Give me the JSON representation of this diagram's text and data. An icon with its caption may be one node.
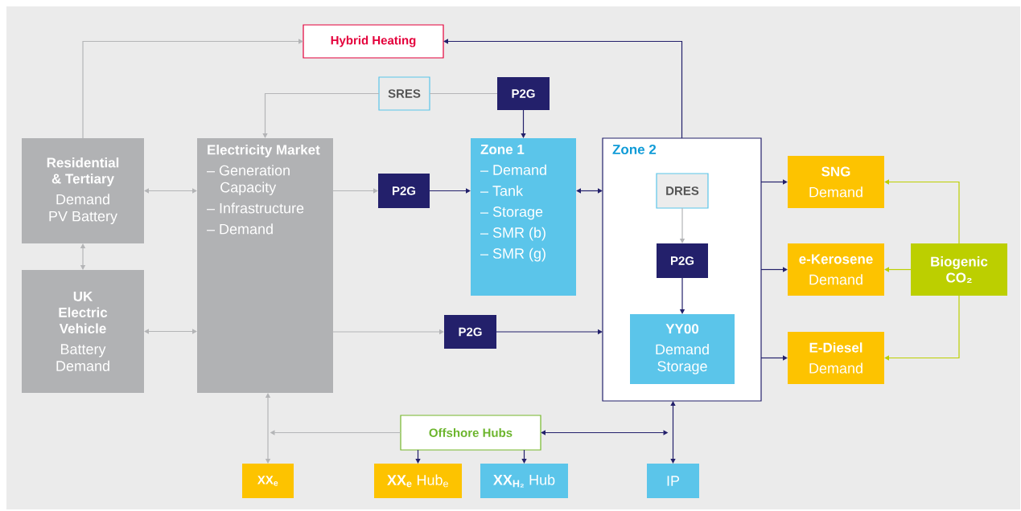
{
  "diagram": {
    "nodes": [
      {
        "text": [
          "Hybrid Heating"
        ]
      },
      {
        "text": [
          "SRES"
        ]
      },
      {
        "text": [
          "P2G"
        ]
      },
      {
        "text": [
          "Residential & Tertiary",
          "Demand PV Battery"
        ]
      },
      {
        "text": [
          "UK Electric Vehicle",
          "Battery Demand"
        ]
      },
      {
        "text": [
          "Electricity Market",
          "– Generation Capacity",
          "– Infrastructure",
          "– Demand"
        ]
      },
      {
        "text": [
          "P2G"
        ]
      },
      {
        "text": [
          "Zone 1",
          "– Demand",
          "– Tank",
          "– Storage",
          "– SMR (b)",
          "– SMR (g)"
        ]
      },
      {
        "text": [
          "Zone 2"
        ]
      },
      {
        "text": [
          "DRES"
        ],
        "in": 8
      },
      {
        "text": [
          "P2G"
        ],
        "in": 8
      },
      {
        "text": [
          "YY00",
          "Demand Storage"
        ],
        "in": 8
      },
      {
        "text": [
          "P2G"
        ]
      },
      {
        "text": [
          "SNG",
          "Demand"
        ]
      },
      {
        "text": [
          "e-Kerosene",
          "Demand"
        ]
      },
      {
        "text": [
          "E-Diesel",
          "Demand"
        ]
      },
      {
        "text": [
          "Biogenic CO₂"
        ]
      },
      {
        "text": [
          "Offshore Hubs"
        ]
      },
      {
        "text": [
          "XX$_{e}$"
        ]
      },
      {
        "text": [
          "**XX$_{e}$** Hub$_{e}$"
        ]
      },
      {
        "text": [
          "**XX$_{H₂}$** Hub"
        ]
      },
      {
        "text": [
          "IP"
        ]
      }
    ],
    "edges": [
      {
        "from": 3,
        "to": 0,
        "arrow": "to",
        "color": "#b4b5b7"
      },
      {
        "from": 8,
        "to": 0,
        "arrow": "to"
      },
      {
        "from": 1,
        "to": 2,
        "arrow": "none",
        "color": "#b4b5b7"
      },
      {
        "from": 1,
        "to": 5,
        "arrow": "to",
        "color": "#b4b5b7"
      },
      {
        "from": 2,
        "to": 7,
        "arrow": "to"
      },
      {
        "from": 3,
        "to": 5,
        "arrow": "both",
        "color": "#b4b5b7"
      },
      {
        "from": 5,
        "to": 6,
        "arrow": "to",
        "color": "#b4b5b7"
      },
      {
        "from": 6,
        "to": 7,
        "arrow": "to"
      },
      {
        "from": 7,
        "to": 8,
        "arrow": "both"
      },
      {
        "from": 3,
        "to": 4,
        "arrow": "both",
        "color": "#b4b5b7"
      },
      {
        "from": 4,
        "to": 5,
        "arrow": "both",
        "color": "#b4b5b7"
      },
      {
        "from": 5,
        "to": 12,
        "arrow": "to",
        "color": "#b4b5b7"
      },
      {
        "from": 12,
        "to": 8,
        "arrow": "to"
      },
      {
        "from": 9,
        "to": 10,
        "arrow": "to",
        "color": "#b4b5b7"
      },
      {
        "from": 10,
        "to": 11,
        "arrow": "to"
      },
      {
        "from": 8,
        "to": 13,
        "arrow": "to"
      },
      {
        "from": 8,
        "to": 14,
        "arrow": "to"
      },
      {
        "from": 8,
        "to": 15,
        "arrow": "to"
      },
      {
        "from": 16,
        "to": 13,
        "arrow": "to",
        "color": "#bccf00"
      },
      {
        "from": 16,
        "to": 14,
        "arrow": "to",
        "color": "#bccf00"
      },
      {
        "from": 16,
        "to": 15,
        "arrow": "to",
        "color": "#bccf00"
      },
      {
        "from": 5,
        "to": 18,
        "arrow": "both",
        "color": "#b4b5b7"
      },
      {
        "from": 17,
        "to": null,
        "arrow": "to",
        "color": "#b4b5b7"
      },
      {
        "from": 8,
        "to": 21,
        "arrow": "both"
      },
      {
        "from": 17,
        "to": null,
        "arrow": "both"
      },
      {
        "from": 17,
        "to": 19,
        "arrow": "to"
      },
      {
        "from": 17,
        "to": 20,
        "arrow": "to"
      }
    ]
  }
}
